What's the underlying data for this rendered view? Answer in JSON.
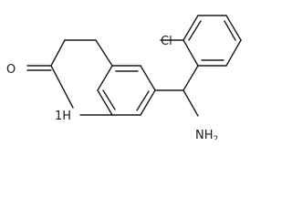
{
  "molecule": {
    "atoms": {
      "oxygen": "O",
      "nitrogen_ring": "1H",
      "nitrogen_amine": "NH",
      "amine_subscript": "2",
      "chlorine": "Cl"
    },
    "colors": {
      "bond": "#1a1a1a",
      "label": "#1a1a1a",
      "background": "#ffffff"
    }
  }
}
